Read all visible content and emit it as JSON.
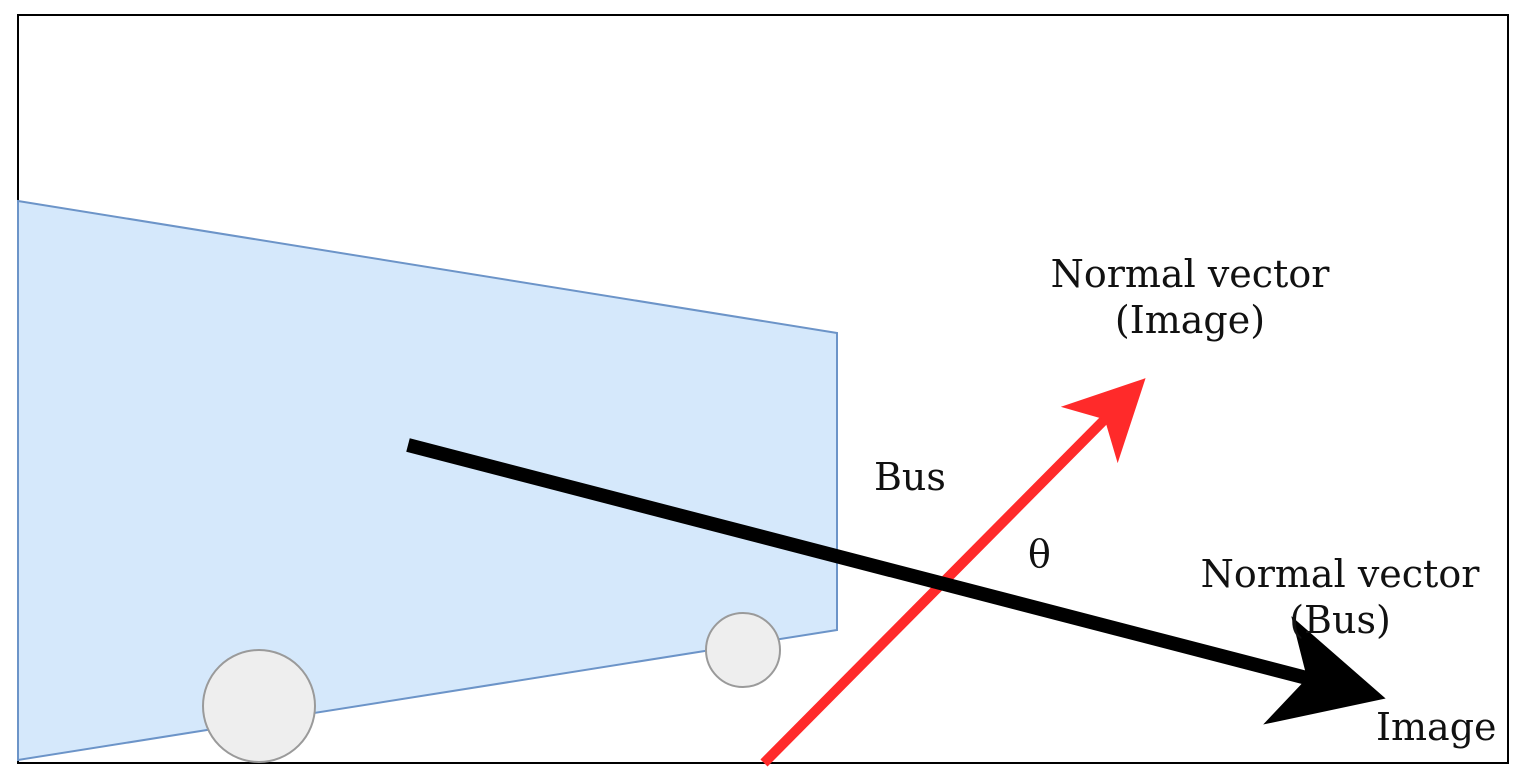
{
  "labels": {
    "normal_image_line1": "Normal vector",
    "normal_image_line2": "(Image)",
    "bus": "Bus",
    "theta": "θ",
    "normal_bus_line1": "Normal vector",
    "normal_bus_line2": "(Bus)",
    "image": "Image"
  },
  "colors": {
    "bus_fill": "#d5e8fb",
    "bus_stroke": "#6c94c8",
    "wheel_fill": "#eeeeee",
    "wheel_stroke": "#9a9a9a",
    "image_normal_arrow": "#ff2a2a",
    "bus_normal_arrow": "#000000",
    "frame": "#000000"
  }
}
